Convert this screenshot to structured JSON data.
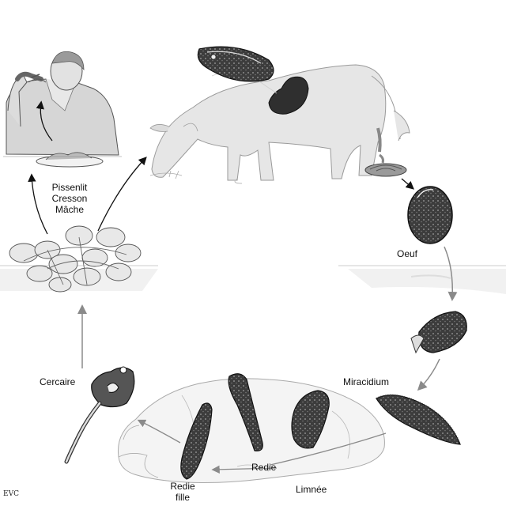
{
  "labels": {
    "plants": [
      "Pissenlit",
      "Cresson",
      "Mâche"
    ],
    "oeuf": "Oeuf",
    "miracidium": "Miracidium",
    "cercaire": "Cercaire",
    "redie": "Redie",
    "redie_fille": [
      "Redie",
      "fille"
    ],
    "limnee": "Limnée"
  },
  "signature": "EVC",
  "colors": {
    "stroke": "#333333",
    "outline_light": "#9a9a9a",
    "fill_light": "#e6e6e6",
    "fill_mid": "#bdbdbd",
    "fill_dark": "#4a4a4a",
    "arrow_gray": "#8a8a8a",
    "arrow_black": "#111111"
  }
}
